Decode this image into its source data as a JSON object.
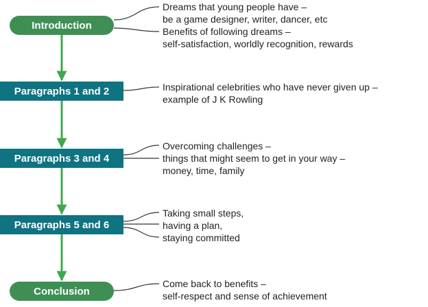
{
  "colors": {
    "pill": "#3f8f55",
    "rect": "#0f7381",
    "arrow": "#3fa84f",
    "connector": "#333333"
  },
  "nodes": [
    {
      "label": "Introduction",
      "shape": "pill",
      "notes": [
        "Dreams that young people have –",
        "be a game designer, writer, dancer, etc",
        "Benefits of following dreams –",
        "self-satisfaction, worldly recognition, rewards"
      ]
    },
    {
      "label": "Paragraphs 1 and 2",
      "shape": "rect",
      "notes": [
        "Inspirational celebrities who have never given up –",
        "example of J K Rowling"
      ]
    },
    {
      "label": "Paragraphs 3 and 4",
      "shape": "rect",
      "notes": [
        "Overcoming challenges –",
        "things that might seem to get in your way –",
        "money, time, family"
      ]
    },
    {
      "label": "Paragraphs 5 and 6",
      "shape": "rect",
      "notes": [
        "Taking small steps,",
        "having a plan,",
        "staying committed"
      ]
    },
    {
      "label": "Conclusion",
      "shape": "pill",
      "notes": [
        "Come back to benefits –",
        "self-respect and sense of achievement"
      ]
    }
  ]
}
